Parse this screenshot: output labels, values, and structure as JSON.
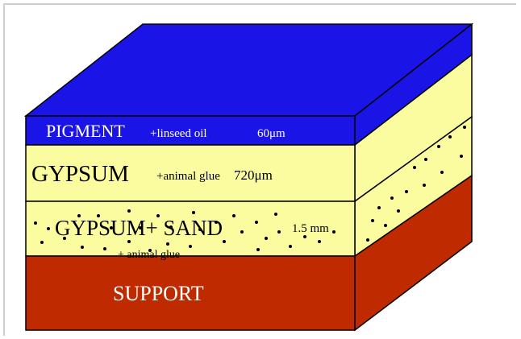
{
  "diagram": {
    "layers": [
      {
        "id": "pigment",
        "main": "PIGMENT",
        "sub": "+linseed oil",
        "thickness": "60μm",
        "color": "#1a14e6"
      },
      {
        "id": "gypsum",
        "main": "GYPSUM",
        "sub": "+animal glue",
        "thickness": "720μm",
        "color": "#fbfba0"
      },
      {
        "id": "gypsum-sand",
        "main": "GYPSUM+ SAND",
        "sub": "+ animal glue",
        "thickness": "1.5 mm",
        "color": "#fbfba0"
      },
      {
        "id": "support",
        "main": "SUPPORT",
        "color": "#c02a00"
      }
    ]
  }
}
